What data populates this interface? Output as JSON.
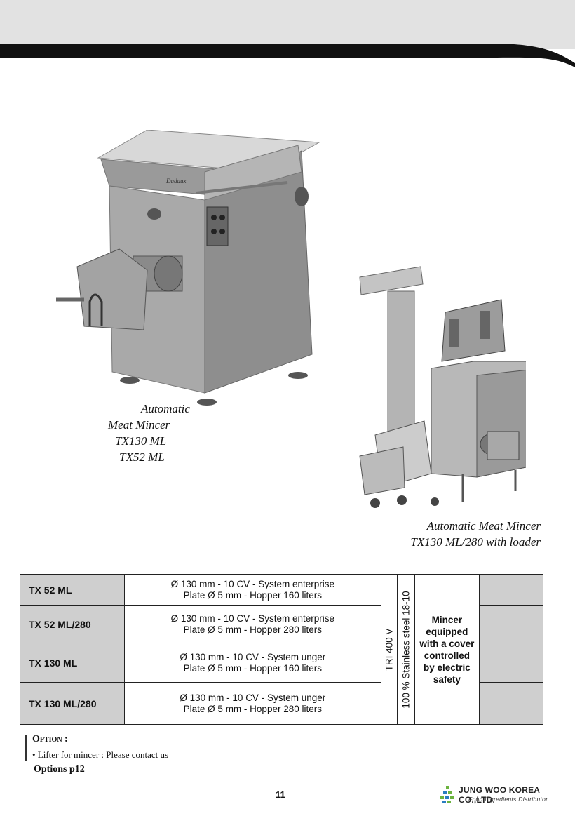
{
  "captions": {
    "mincer_line1": "Automatic",
    "mincer_line2": "Meat Mincer",
    "mincer_line3": "TX130 ML",
    "mincer_line4": "TX52 ML",
    "loader_line1": "Automatic Meat Mincer",
    "loader_line2": "TX130 ML/280 with loader"
  },
  "brand_plate": "Dadaux",
  "table": {
    "rows": [
      {
        "model": "TX 52 ML",
        "line1": "Ø 130 mm - 10 CV - System enterprise",
        "line2": "Plate Ø 5 mm - Hopper 160 liters"
      },
      {
        "model": "TX 52 ML/280",
        "line1": "Ø 130 mm - 10 CV - System enterprise",
        "line2": "Plate Ø 5 mm - Hopper 280 liters"
      },
      {
        "model": "TX 130 ML",
        "line1": "Ø 130 mm - 10 CV - System unger",
        "line2": "Plate Ø 5 mm - Hopper 160 liters"
      },
      {
        "model": "TX 130 ML/280",
        "line1": "Ø 130 mm - 10 CV - System unger",
        "line2": "Plate Ø 5 mm - Hopper 280 liters"
      }
    ],
    "voltage": "TRI 400 V",
    "material": "100 % Stainless steel 18-10",
    "note_lines": [
      "Mincer",
      "equipped",
      "with a cover",
      "controlled",
      "by electric",
      "safety"
    ]
  },
  "option": {
    "title": "Option :",
    "item": "• Lifter for mincer : Please contact us",
    "link": "Options p12"
  },
  "page_number": "11",
  "logo": {
    "name": "JUNG WOO KOREA CO.,LTD.",
    "tagline": "Food Ingredients Distributor"
  }
}
